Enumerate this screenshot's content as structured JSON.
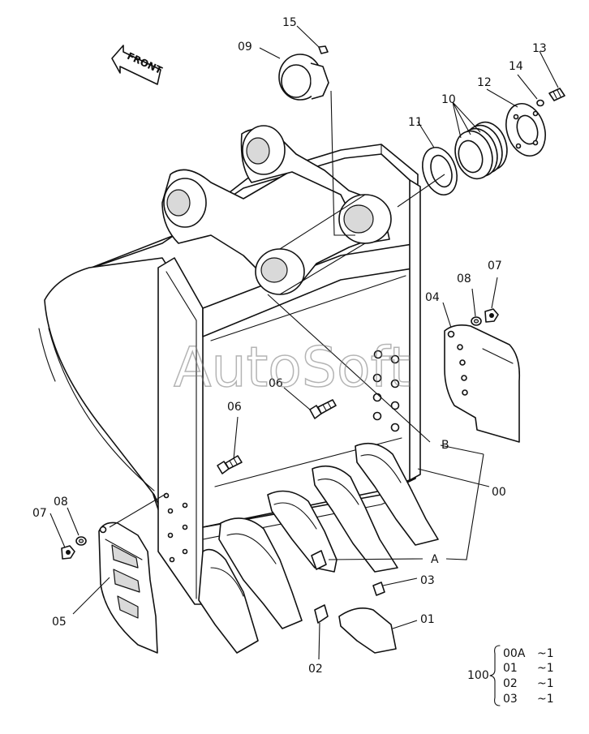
{
  "watermark": "AutoSoft",
  "front_arrow_label": "FRONT",
  "labels": {
    "p15": "15",
    "p09": "09",
    "p13": "13",
    "p14": "14",
    "p12": "12",
    "p10": "10",
    "p11": "11",
    "p04": "04",
    "p08_right": "08",
    "p07_right": "07",
    "p06_mid": "06",
    "p06_left": "06",
    "pB": "B",
    "p00": "00",
    "p08_left": "08",
    "p07_left": "07",
    "p05": "05",
    "pA": "A",
    "p03": "03",
    "p01": "01",
    "p02": "02"
  },
  "kit": {
    "number": "100",
    "rows": [
      {
        "part": "00A",
        "qty": "~1"
      },
      {
        "part": "01",
        "qty": "~1"
      },
      {
        "part": "02",
        "qty": "~1"
      },
      {
        "part": "03",
        "qty": "~1"
      }
    ]
  }
}
